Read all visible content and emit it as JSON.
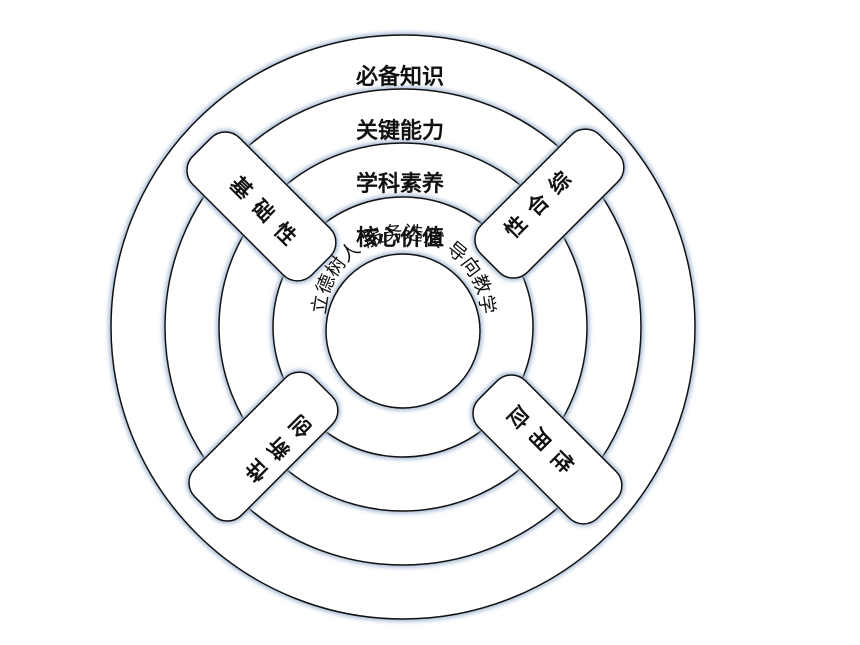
{
  "rings": [
    {
      "label": "必备知识"
    },
    {
      "label": "关键能力"
    },
    {
      "label": "学科素养"
    },
    {
      "label": "核心价值"
    }
  ],
  "center": {
    "text": "立德树人 服务选拔 导向教学"
  },
  "arms": [
    {
      "id": "top-left",
      "label": "基础性"
    },
    {
      "id": "top-right",
      "label": "综合性"
    },
    {
      "id": "bottom-left",
      "label": "创新性"
    },
    {
      "id": "bottom-right",
      "label": "应用性"
    }
  ],
  "colors": {
    "line": "#111111",
    "glow": "#9fb6d2",
    "fill": "#ffffff"
  }
}
